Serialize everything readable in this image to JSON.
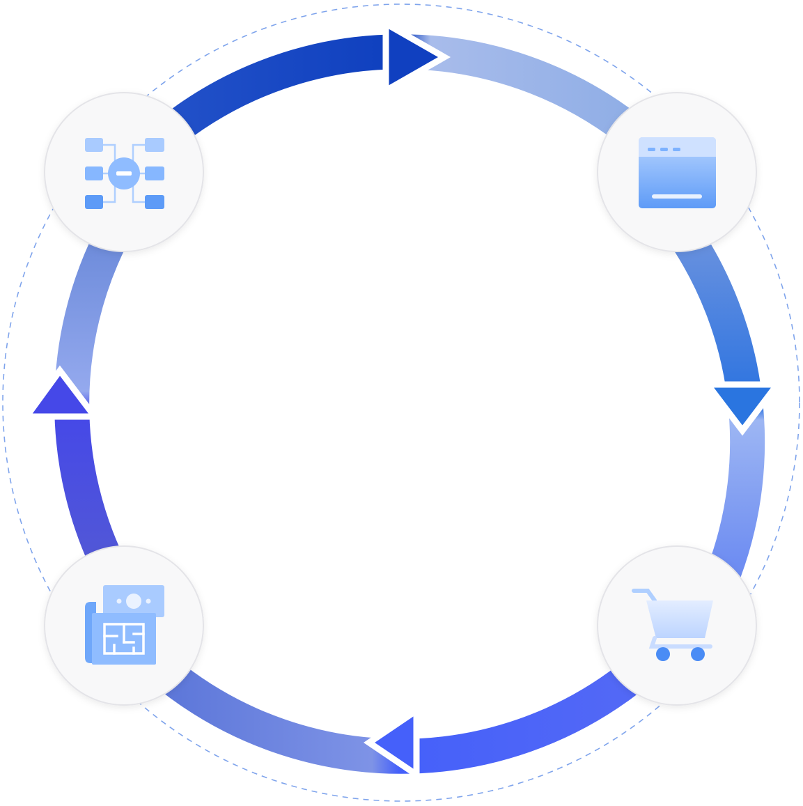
{
  "diagram": {
    "type": "cycle",
    "direction": "clockwise",
    "nodes": [
      {
        "id": "top-left",
        "icon": "network-hub-icon"
      },
      {
        "id": "top-right",
        "icon": "browser-window-icon"
      },
      {
        "id": "bottom-right",
        "icon": "shopping-cart-icon"
      },
      {
        "id": "bottom-left",
        "icon": "blueprint-money-icon"
      }
    ],
    "connections": [
      {
        "from": "top-left",
        "to": "top-right",
        "arrow": "top"
      },
      {
        "from": "top-right",
        "to": "bottom-right",
        "arrow": "right"
      },
      {
        "from": "bottom-right",
        "to": "bottom-left",
        "arrow": "bottom"
      },
      {
        "from": "bottom-left",
        "to": "top-left",
        "arrow": "left"
      }
    ]
  },
  "colors": {
    "arrow_dark_top": "#1040C0",
    "arrow_right": "#2A75E0",
    "arrow_bottom": "#4560FA",
    "arrow_left": "#4548E8",
    "ring_light": "#A9BEF0",
    "dashed_ring": "#7FA4EC",
    "node_fill": "#F8F8F9",
    "node_border": "#E4E4E8",
    "icon_light": "#AFCFFF",
    "icon_mid": "#7DB2FF",
    "icon_dark": "#4A8CF5"
  }
}
